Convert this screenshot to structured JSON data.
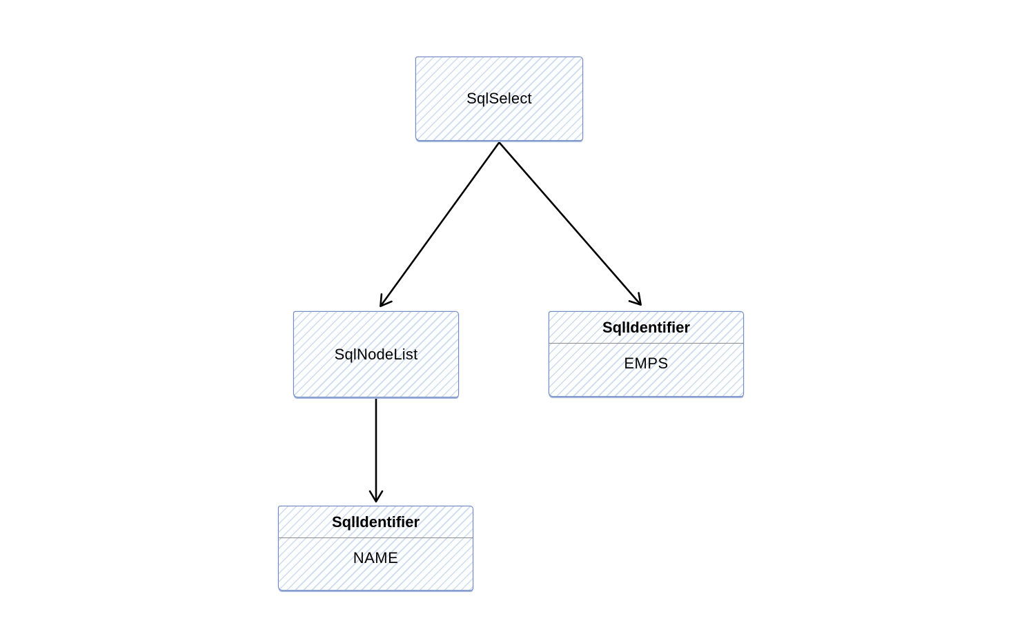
{
  "diagram": {
    "type": "tree-diagram",
    "style": "hand-drawn-sketch",
    "background_color": "#ffffff",
    "colors": {
      "node_border": "#7289c2",
      "node_hatch_fill": "#c9d8ef",
      "compartment_divider": "#8a8a8a",
      "arrow": "#000000",
      "text": "#000000"
    },
    "nodes": {
      "sqlselect": {
        "label": "SqlSelect"
      },
      "sqlnodelist": {
        "label": "SqlNodeList"
      },
      "identifier_emps": {
        "title": "SqlIdentifier",
        "value": "EMPS"
      },
      "identifier_name": {
        "title": "SqlIdentifier",
        "value": "NAME"
      }
    },
    "edges": [
      {
        "from": "SqlSelect",
        "to": "SqlNodeList",
        "arrowhead": "open-v"
      },
      {
        "from": "SqlSelect",
        "to": "SqlIdentifier (EMPS)",
        "arrowhead": "open-v"
      },
      {
        "from": "SqlNodeList",
        "to": "SqlIdentifier (NAME)",
        "arrowhead": "open-v"
      }
    ]
  }
}
